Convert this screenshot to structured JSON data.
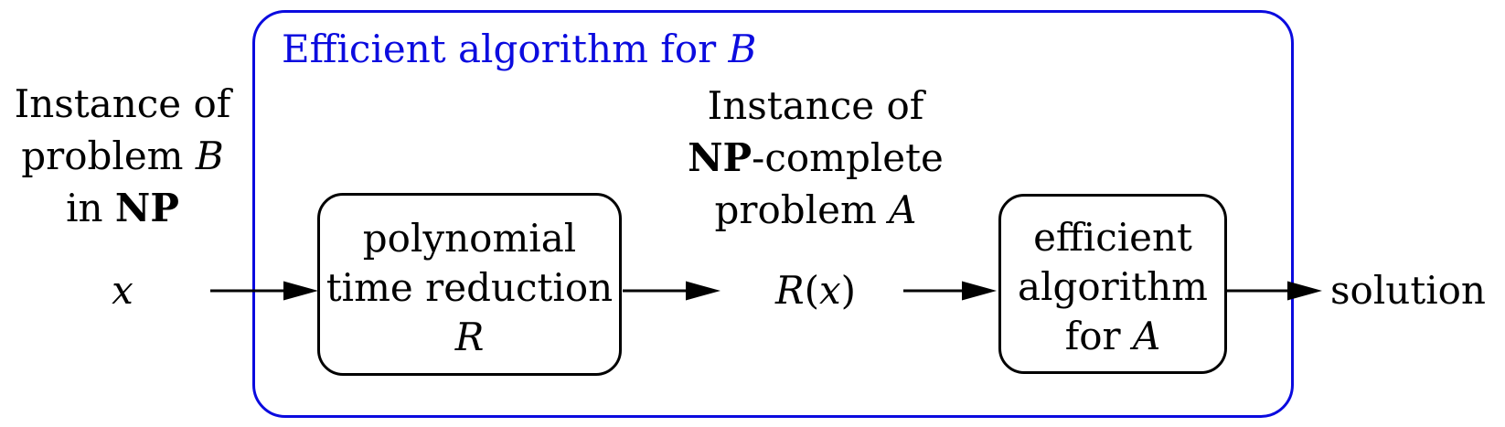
{
  "diagram": {
    "colors": {
      "frame_blue": "#0b0bdf",
      "title_blue": "#0b0bdf",
      "line_black": "#000000",
      "background": "#ffffff"
    },
    "frame_title": {
      "text": "Efficient algorithm for ",
      "math_var": "B"
    },
    "left_label": {
      "line1": "Instance of",
      "line2_text": "problem ",
      "line2_var": "B",
      "line3_text": "in ",
      "line3_bold": "NP"
    },
    "input_var": "x",
    "reduction_box": {
      "line1": "polynomial",
      "line2": "time reduction",
      "line3_var": "R"
    },
    "mid_label": {
      "line1": "Instance of",
      "line2_bold": "NP",
      "line2_text": "-complete",
      "line3_text": "problem ",
      "line3_var": "A"
    },
    "intermediate": {
      "func_var": "R",
      "paren_open": "(",
      "arg_var": "x",
      "paren_close": ")"
    },
    "algorithm_box": {
      "line1": "efficient",
      "line2": "algorithm",
      "line3_text": "for ",
      "line3_var": "A"
    },
    "output_label": "solution"
  }
}
